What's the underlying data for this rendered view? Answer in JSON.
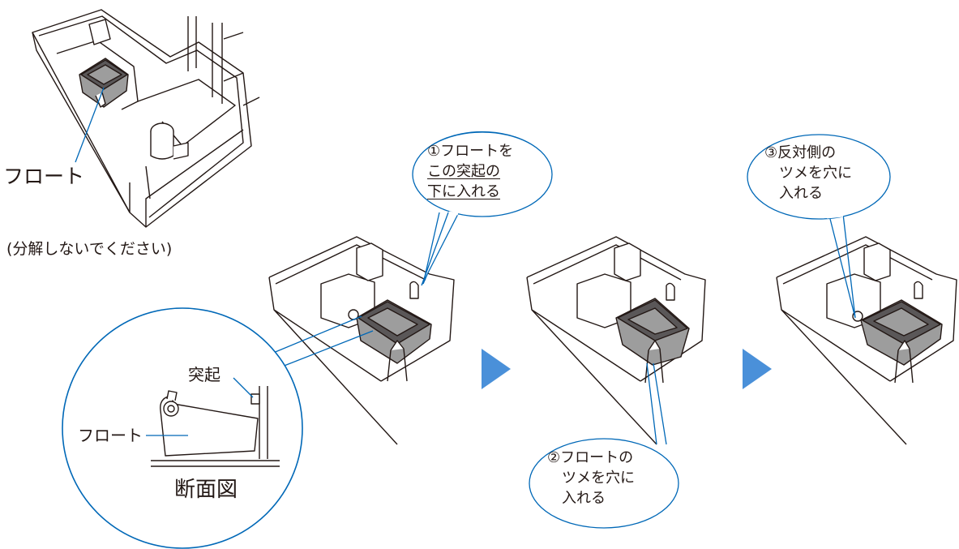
{
  "labels": {
    "float_main": "フロート",
    "no_disassembly_note": "(分解しないでください)",
    "protrusion": "突起",
    "float_section": "フロート",
    "section_view": "断面図"
  },
  "steps": [
    {
      "number": "①",
      "lines": [
        "①フロートを",
        "この突起の",
        "下に入れる"
      ]
    },
    {
      "number": "②",
      "lines": [
        "②フロートの",
        "ツメを穴に",
        "入れる"
      ]
    },
    {
      "number": "③",
      "lines": [
        "③反対側の",
        "ツメを穴に",
        "入れる"
      ]
    }
  ],
  "colors": {
    "line": "#231815",
    "accent_blue": "#0068b7",
    "callout_fill": "#ffffff",
    "arrow_blue": "#4a90d9",
    "float_gray": "#9d9d9d",
    "float_dark": "#3e3a39"
  }
}
